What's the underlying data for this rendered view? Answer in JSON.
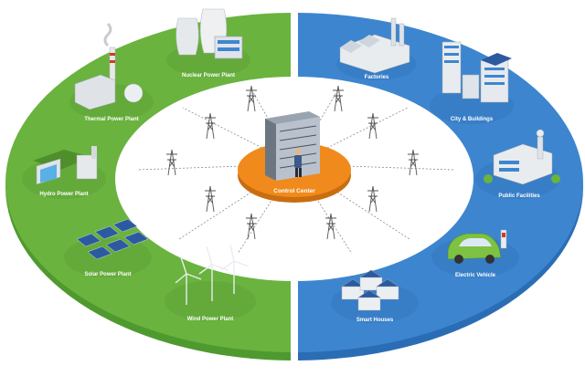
{
  "center": {
    "label": "Control Center"
  },
  "sources": [
    {
      "id": "nuclear",
      "label": "Nuclear Power Plant",
      "icon": "nuclear-plant-icon"
    },
    {
      "id": "thermal",
      "label": "Thermal Power Plant",
      "icon": "thermal-plant-icon"
    },
    {
      "id": "hydro",
      "label": "Hydro Power Plant",
      "icon": "hydro-dam-icon"
    },
    {
      "id": "solar",
      "label": "Solar Power Plant",
      "icon": "solar-panels-icon"
    },
    {
      "id": "wind",
      "label": "Wind Power Plant",
      "icon": "wind-turbines-icon"
    }
  ],
  "consumers": [
    {
      "id": "factories",
      "label": "Factories",
      "icon": "factory-icon"
    },
    {
      "id": "city",
      "label": "City & Buildings",
      "icon": "city-buildings-icon"
    },
    {
      "id": "public",
      "label": "Public Facilities",
      "icon": "public-facilities-icon"
    },
    {
      "id": "ev",
      "label": "Electric Vehicle",
      "icon": "electric-car-icon"
    },
    {
      "id": "houses",
      "label": "Smart Houses",
      "icon": "smart-houses-icon"
    }
  ],
  "colors": {
    "green_ring": "#6ab33e",
    "green_dark": "#4f9a2f",
    "blue_ring": "#3d86cf",
    "blue_dark": "#2b6db5",
    "center_disc": "#f08a1c",
    "inner_area": "#ffffff"
  }
}
